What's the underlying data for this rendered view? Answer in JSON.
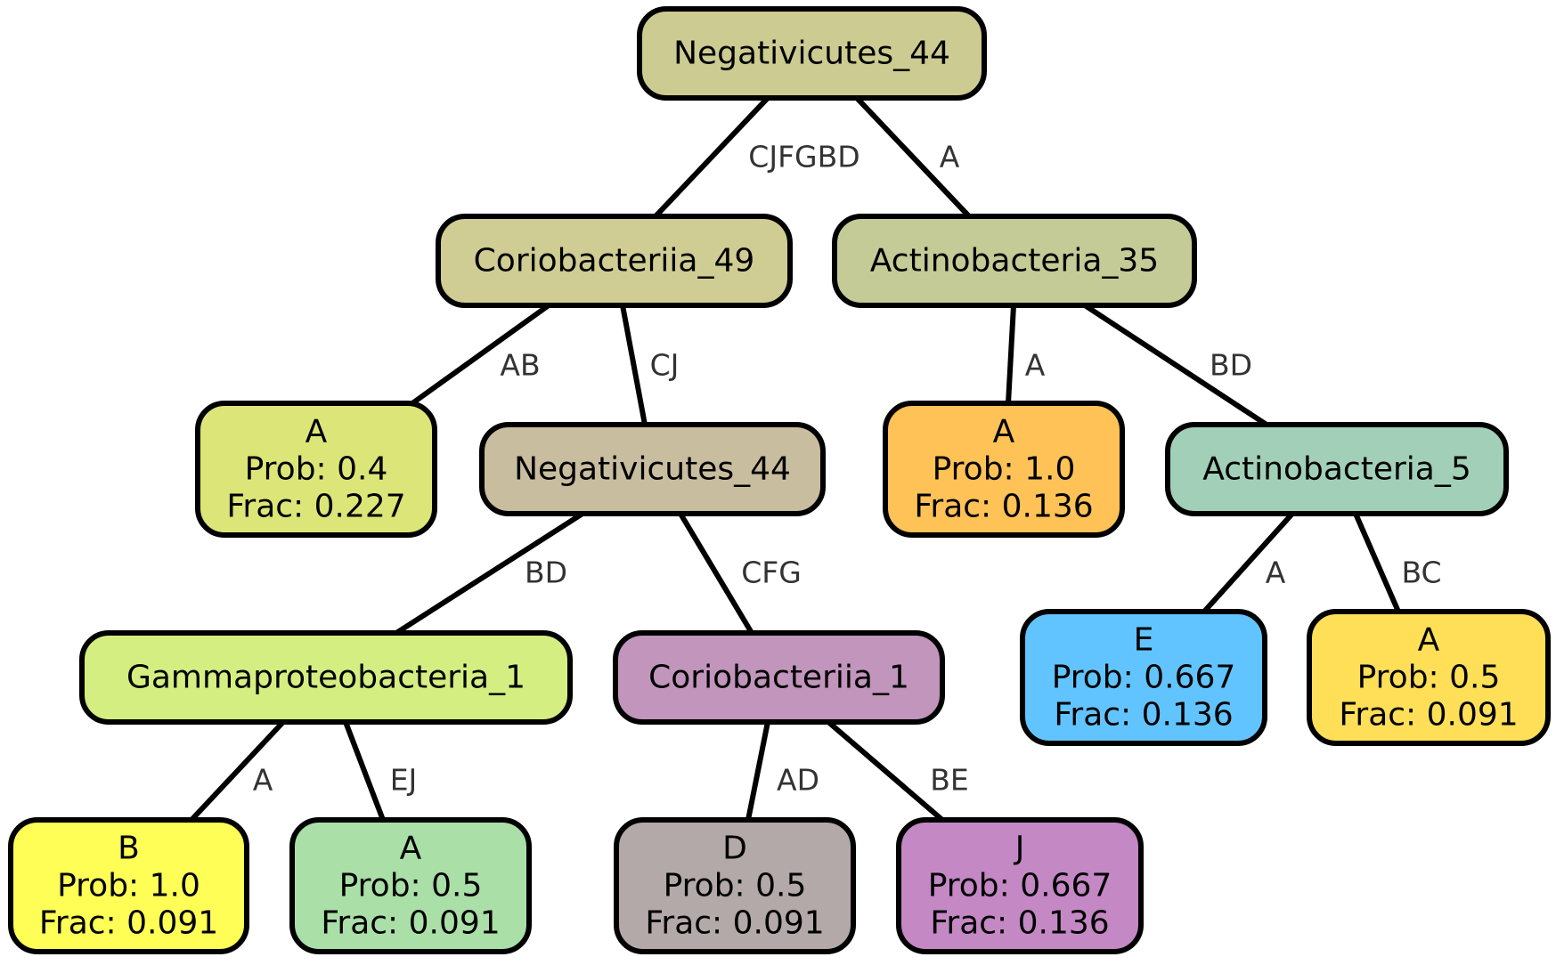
{
  "tree": {
    "nodes": [
      {
        "id": "n0",
        "lines": [
          "Negativicutes_44"
        ],
        "color": "#cccb91"
      },
      {
        "id": "n1",
        "lines": [
          "Coriobacteriia_49"
        ],
        "color": "#cfcd93"
      },
      {
        "id": "n2",
        "lines": [
          "Actinobacteria_35"
        ],
        "color": "#c4cb96"
      },
      {
        "id": "n3",
        "lines": [
          "A",
          "Prob: 0.4",
          "Frac: 0.227"
        ],
        "color": "#dce678"
      },
      {
        "id": "n4",
        "lines": [
          "Negativicutes_44"
        ],
        "color": "#c9bda0"
      },
      {
        "id": "n5",
        "lines": [
          "A",
          "Prob: 1.0",
          "Frac: 0.136"
        ],
        "color": "#fec257"
      },
      {
        "id": "n6",
        "lines": [
          "Actinobacteria_5"
        ],
        "color": "#a2cfb8"
      },
      {
        "id": "n7",
        "lines": [
          "Gammaproteobacteria_1"
        ],
        "color": "#d5ee81"
      },
      {
        "id": "n8",
        "lines": [
          "Coriobacteriia_1"
        ],
        "color": "#c195bc"
      },
      {
        "id": "n9",
        "lines": [
          "E",
          "Prob: 0.667",
          "Frac: 0.136"
        ],
        "color": "#62c4fe"
      },
      {
        "id": "n10",
        "lines": [
          "A",
          "Prob: 0.5",
          "Frac: 0.091"
        ],
        "color": "#fedf57"
      },
      {
        "id": "n11",
        "lines": [
          "B",
          "Prob: 1.0",
          "Frac: 0.091"
        ],
        "color": "#fefe57"
      },
      {
        "id": "n12",
        "lines": [
          "A",
          "Prob: 0.5",
          "Frac: 0.091"
        ],
        "color": "#aadfa8"
      },
      {
        "id": "n13",
        "lines": [
          "D",
          "Prob: 0.5",
          "Frac: 0.091"
        ],
        "color": "#b2a9a8"
      },
      {
        "id": "n14",
        "lines": [
          "J",
          "Prob: 0.667",
          "Frac: 0.136"
        ],
        "color": "#c488c4"
      }
    ],
    "edges": [
      {
        "from": "n0",
        "to": "n1",
        "label": "CJFGBD"
      },
      {
        "from": "n0",
        "to": "n2",
        "label": "A"
      },
      {
        "from": "n1",
        "to": "n3",
        "label": "AB"
      },
      {
        "from": "n1",
        "to": "n4",
        "label": "CJ"
      },
      {
        "from": "n2",
        "to": "n5",
        "label": "A"
      },
      {
        "from": "n2",
        "to": "n6",
        "label": "BD"
      },
      {
        "from": "n4",
        "to": "n7",
        "label": "BD"
      },
      {
        "from": "n4",
        "to": "n8",
        "label": "CFG"
      },
      {
        "from": "n6",
        "to": "n9",
        "label": "A"
      },
      {
        "from": "n6",
        "to": "n10",
        "label": "BC"
      },
      {
        "from": "n7",
        "to": "n11",
        "label": "A"
      },
      {
        "from": "n7",
        "to": "n12",
        "label": "EJ"
      },
      {
        "from": "n8",
        "to": "n13",
        "label": "AD"
      },
      {
        "from": "n8",
        "to": "n14",
        "label": "BE"
      }
    ]
  }
}
